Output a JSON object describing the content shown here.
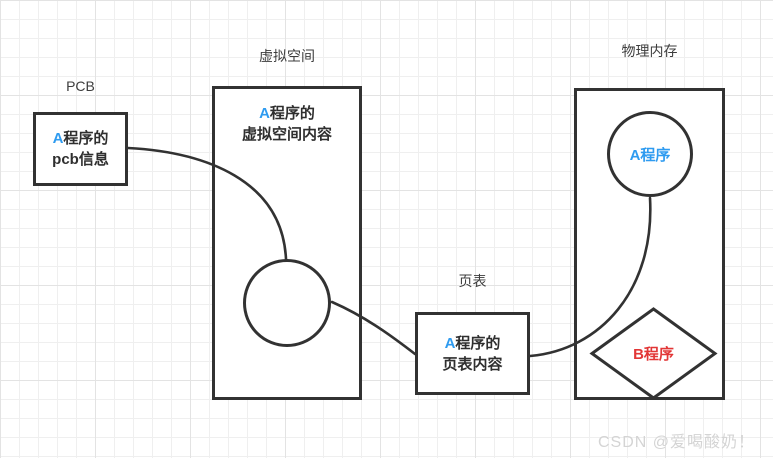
{
  "labels": {
    "pcb": "PCB",
    "virtual_space": "虚拟空间",
    "page_table": "页表",
    "physical_memory": "物理内存"
  },
  "nodes": {
    "pcb_box": {
      "line1_accent": "A",
      "line1_rest": "程序的",
      "line2": "pcb信息"
    },
    "virtual_space_box": {
      "line1_accent": "A",
      "line1_rest": "程序的",
      "line2": "虚拟空间内容"
    },
    "page_table_box": {
      "line1_accent": "A",
      "line1_rest": "程序的",
      "line2": "页表内容"
    },
    "memory_circle": {
      "label": "A程序"
    },
    "memory_diamond": {
      "label": "B程序"
    }
  },
  "watermark": "CSDN @爱喝酸奶！",
  "colors": {
    "accent_blue": "#2e9bf0",
    "accent_red": "#e23636",
    "shape_stroke": "#323232",
    "grid_line": "#ececec",
    "watermark_gray": "#d4d4d4"
  }
}
